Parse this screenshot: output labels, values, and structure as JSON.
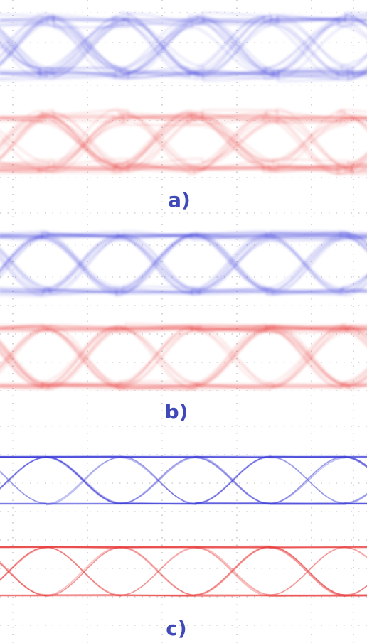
{
  "panels": [
    {
      "label": "a)",
      "jitter": 0.95,
      "blurry": true
    },
    {
      "label": "b)",
      "jitter": 0.55,
      "blurry": true
    },
    {
      "label": "c)",
      "jitter": 0.12,
      "blurry": false
    }
  ],
  "colors": {
    "upper_trace": "#3a3ad8",
    "lower_trace": "#e83a3a",
    "grid": "#9a9a9a",
    "label": "#3f49b8"
  },
  "grid": {
    "style": "dotted"
  }
}
